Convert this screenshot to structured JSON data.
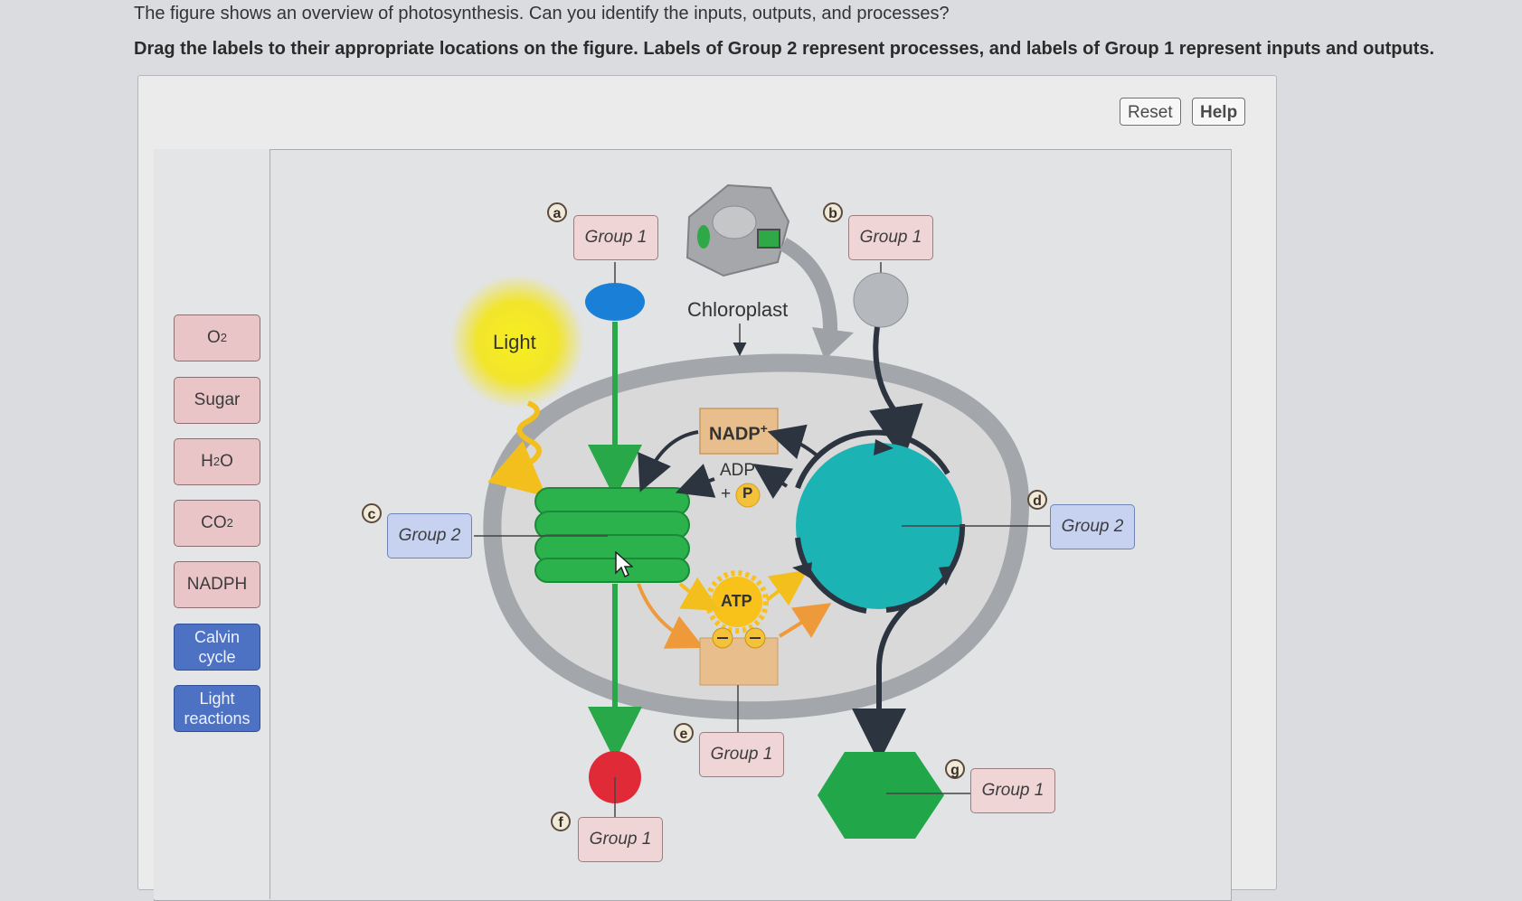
{
  "question": {
    "prompt": "The figure shows an overview of photosynthesis. Can you identify the inputs, outputs, and processes?",
    "instruction": "Drag the labels to their appropriate locations on the figure. Labels of Group 2 represent processes, and labels of Group 1 represent inputs and outputs."
  },
  "toolbar": {
    "reset_label": "Reset",
    "help_label": "Help"
  },
  "tray": {
    "o2": {
      "main": "O",
      "sub": "2"
    },
    "sugar": "Sugar",
    "h2o": {
      "a": "H",
      "sub": "2",
      "b": "O"
    },
    "co2": {
      "main": "CO",
      "sub": "2"
    },
    "nadph": "NADPH",
    "calvin": "Calvin cycle",
    "light_reactions": "Light reactions"
  },
  "targets": {
    "a": "Group 1",
    "b": "Group 1",
    "c": "Group 2",
    "d": "Group 2",
    "e": "Group 1",
    "f": "Group 1",
    "g": "Group 1"
  },
  "letters": {
    "a": "a",
    "b": "b",
    "c": "c",
    "d": "d",
    "e": "e",
    "f": "f",
    "g": "g"
  },
  "diagram": {
    "light": "Light",
    "chloroplast": "Chloroplast",
    "nadp": "NADP",
    "nadp_sup": "+",
    "adp": "ADP",
    "plus_p": "+",
    "p": "P",
    "atp": "ATP"
  },
  "colors": {
    "light_reactions_chip": "#4d72c4",
    "input_output_chip": "#eac5c7",
    "thylakoid": "#2bb24c",
    "calvin_cycle": "#1bb3b3",
    "o2_input": "#1a7fd6",
    "output_red": "#e02a37",
    "sugar_hexagon": "#22a64a"
  }
}
